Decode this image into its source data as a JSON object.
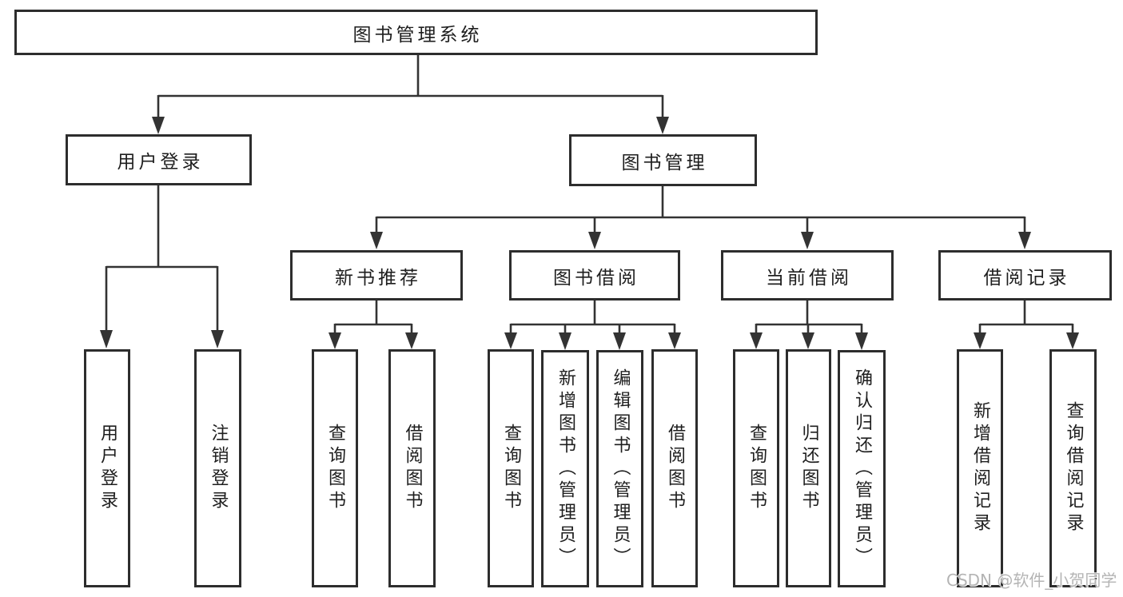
{
  "diagram": {
    "root": {
      "label": "图书管理系统"
    },
    "level2": {
      "user_login": {
        "label": "用户登录"
      },
      "book_management": {
        "label": "图书管理"
      }
    },
    "level3": {
      "new_book_recommend": {
        "label": "新书推荐"
      },
      "book_borrow": {
        "label": "图书借阅"
      },
      "current_borrow": {
        "label": "当前借阅"
      },
      "borrow_records": {
        "label": "借阅记录"
      }
    },
    "leaves": {
      "user_login": [
        "用户登录",
        "注销登录"
      ],
      "new_book_recommend": [
        "查询图书",
        "借阅图书"
      ],
      "book_borrow": [
        "查询图书",
        "新增图书（管理员）",
        "编辑图书（管理员）",
        "借阅图书"
      ],
      "current_borrow": [
        "查询图书",
        "归还图书",
        "确认归还（管理员）"
      ],
      "borrow_records": [
        "新增借阅记录",
        "查询借阅记录"
      ]
    },
    "colors": {
      "line": "#333333",
      "border": "#2d2d2d",
      "text": "#1e1e1e",
      "background": "#ffffff",
      "watermark": "#b4b4b4"
    }
  },
  "watermark": {
    "text": "CSDN @软件_小贺同学"
  }
}
